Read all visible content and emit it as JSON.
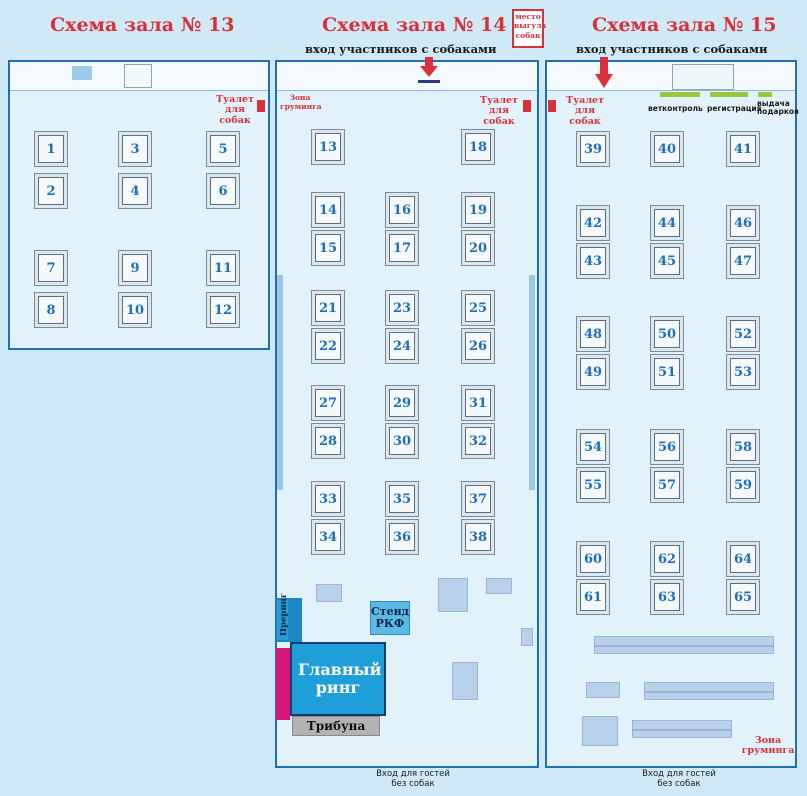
{
  "halls": {
    "h13": {
      "title": "Схема зала № 13"
    },
    "h14": {
      "title": "Схема зала № 14",
      "entrance": "вход участников с собаками"
    },
    "h15": {
      "title": "Схема зала № 15",
      "entrance": "вход участников с собаками"
    }
  },
  "labels": {
    "walk_area": "место выгула собак",
    "toilet_13": "Туалет для собак",
    "grooming_14": "Зона груминга",
    "toilet_14": "Туалет для собак",
    "toilet_15": "Туалет для собак",
    "vet": "ветконтроль",
    "registration": "регистрация",
    "gifts": "выдача подарков",
    "stand": "Стенд РКФ",
    "main_ring": "Главный ринг",
    "prering": "Преринг",
    "tribune": "Трибуна",
    "guest_entrance_14": "Вход для гостей без собак",
    "guest_entrance_15": "Вход для гостей без собак",
    "grooming_15": "Зона груминга"
  },
  "rings": {
    "r1": "1",
    "r2": "2",
    "r3": "3",
    "r4": "4",
    "r5": "5",
    "r6": "6",
    "r7": "7",
    "r8": "8",
    "r9": "9",
    "r10": "10",
    "r11": "11",
    "r12": "12",
    "r13": "13",
    "r14": "14",
    "r15": "15",
    "r16": "16",
    "r17": "17",
    "r18": "18",
    "r19": "19",
    "r20": "20",
    "r21": "21",
    "r22": "22",
    "r23": "23",
    "r24": "24",
    "r25": "25",
    "r26": "26",
    "r27": "27",
    "r28": "28",
    "r29": "29",
    "r30": "30",
    "r31": "31",
    "r32": "32",
    "r33": "33",
    "r34": "34",
    "r35": "35",
    "r36": "36",
    "r37": "37",
    "r38": "38",
    "r39": "39",
    "r40": "40",
    "r41": "41",
    "r42": "42",
    "r43": "43",
    "r44": "44",
    "r45": "45",
    "r46": "46",
    "r47": "47",
    "r48": "48",
    "r49": "49",
    "r50": "50",
    "r51": "51",
    "r52": "52",
    "r53": "53",
    "r54": "54",
    "r55": "55",
    "r56": "56",
    "r57": "57",
    "r58": "58",
    "r59": "59",
    "r60": "60",
    "r61": "61",
    "r62": "62",
    "r63": "63",
    "r64": "64",
    "r65": "65"
  },
  "colors": {
    "hall_border": "#1f6fb6",
    "title_red": "#d9313a",
    "ring_number": "#1e6fb8",
    "main_ring": "#1f9fd8",
    "prering": "#1d86c4",
    "magenta": "#d4157a",
    "green_marker": "#9bc63b"
  }
}
